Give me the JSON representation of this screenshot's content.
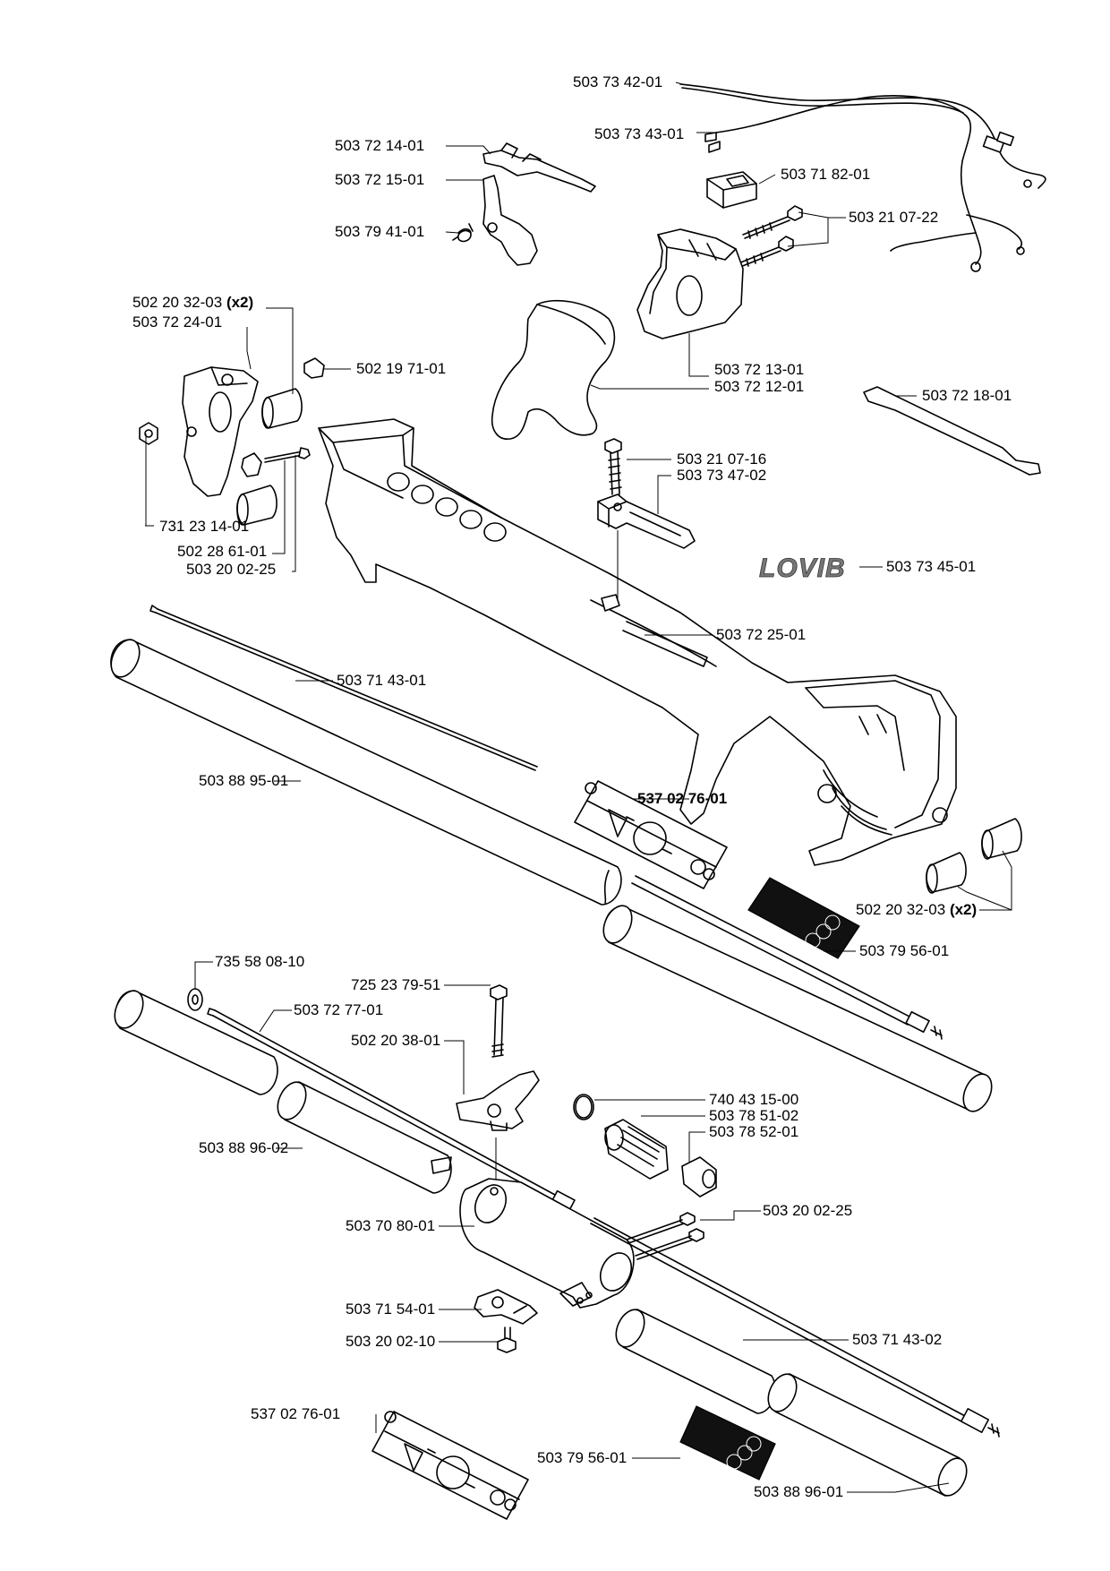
{
  "labels": {
    "l01": "503 73 42-01",
    "l02": "503 73 43-01",
    "l03": "503 72 14-01",
    "l04": "503 72 15-01",
    "l05": "503 71 82-01",
    "l06": "503 79 41-01",
    "l07": "503 21 07-22",
    "l08_num": "502 20 32-03",
    "l08_qty": "(x2)",
    "l09": "503 72 24-01",
    "l10": "502 19 71-01",
    "l11": "503 72 13-01",
    "l12": "503 72 12-01",
    "l13": "503 72 18-01",
    "l14": "503 21 07-16",
    "l15": "503 73 47-02",
    "l16": "731 23 14-01",
    "l17": "502 28 61-01",
    "l18": "503 20 02-25",
    "l19": "503 73 45-01",
    "l20": "503 72 25-01",
    "l21": "503 71 43-01",
    "l22": "503 88 95-01",
    "l23": "537 02 76-01",
    "l24_num": "502 20 32-03",
    "l24_qty": "(x2)",
    "l25": "503 79 56-01",
    "l26": "735 58 08-10",
    "l27": "725 23 79-51",
    "l28": "503 72 77-01",
    "l29": "502 20 38-01",
    "l30": "740 43 15-00",
    "l31": "503 78 51-02",
    "l32": "503 78 52-01",
    "l33": "503 88 96-02",
    "l34": "503 20 02-25",
    "l35": "503 70 80-01",
    "l36": "503 71 54-01",
    "l37": "503 20 02-10",
    "l38": "503 71 43-02",
    "l39": "537 02 76-01",
    "l40": "503 79 56-01",
    "l41": "503 88 96-01"
  },
  "logo_text": "LOVIB"
}
